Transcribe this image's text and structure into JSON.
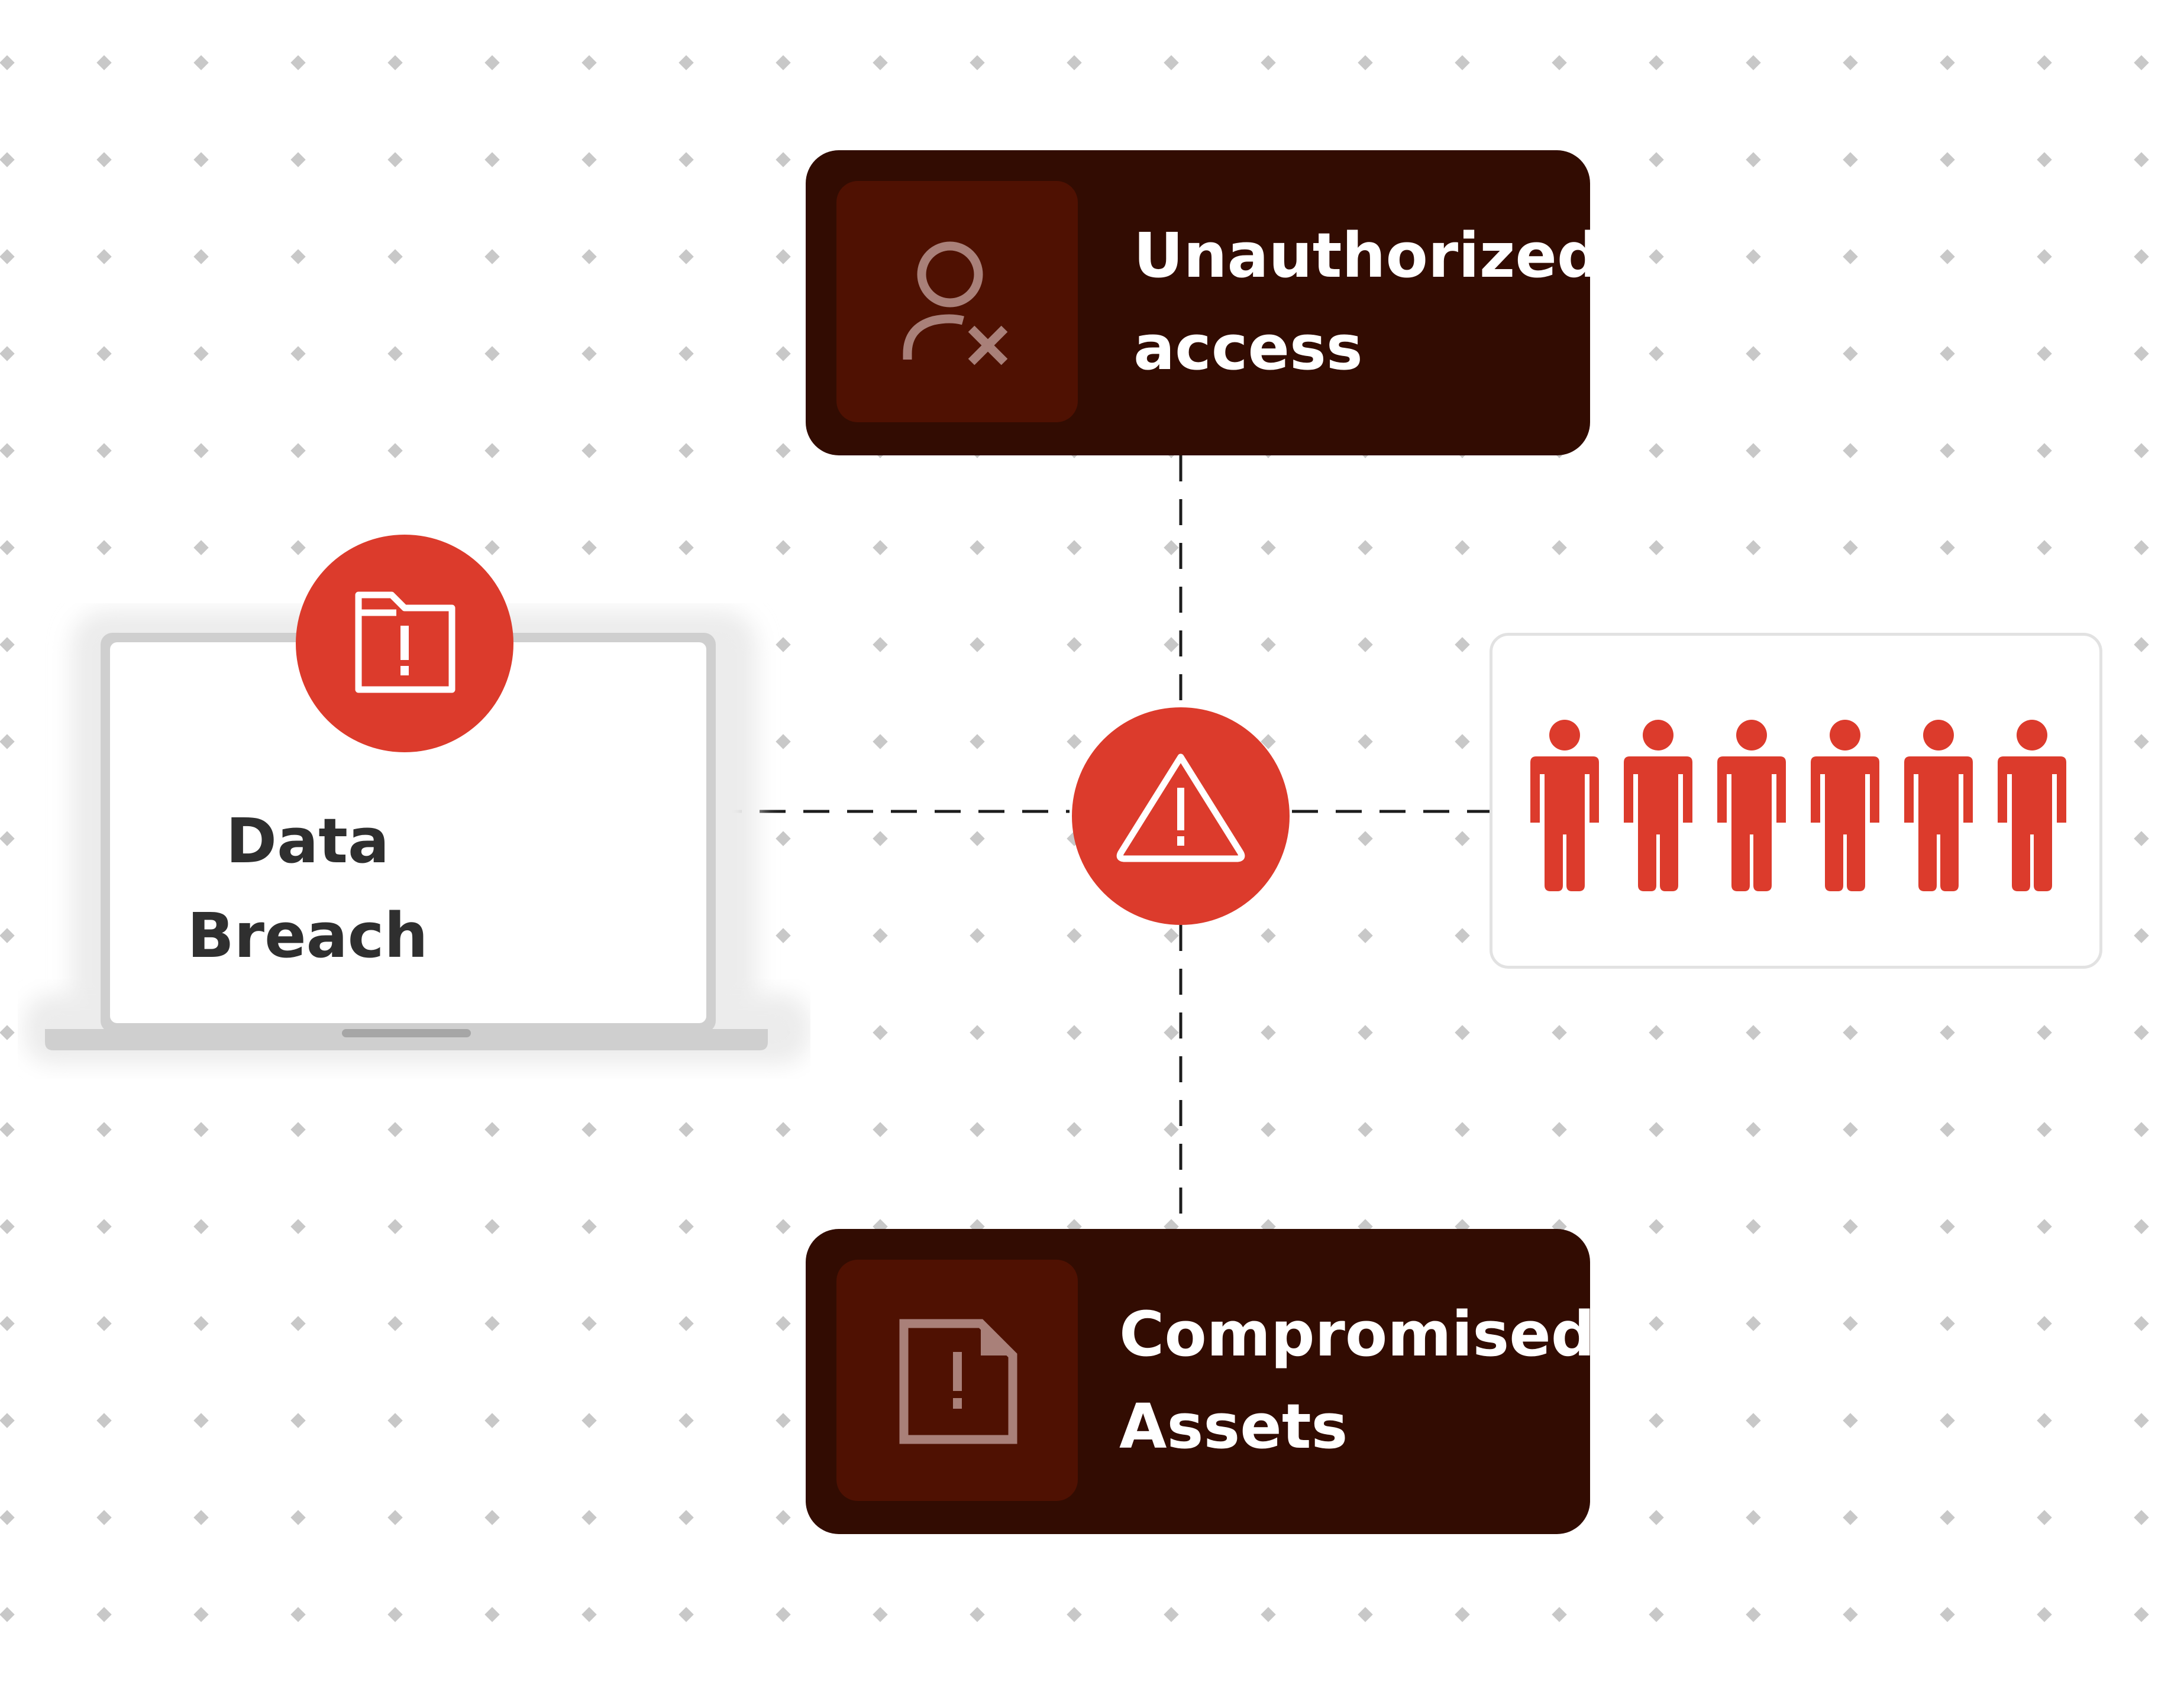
{
  "colors": {
    "background": "#ffffff",
    "dot": "#c8c8c8",
    "dark_card": "#320c02",
    "dark_icon_box": "#4f1102",
    "icon_muted": "#a98079",
    "accent_red": "#dc3b2c",
    "laptop_frame": "#cfcfcf",
    "text_dark": "#2f2f2f"
  },
  "nodes": {
    "unauthorized": {
      "title_line1": "Unauthorized",
      "title_line2": "access",
      "icon": "user-x-icon"
    },
    "compromised": {
      "title_line1": "Compromised",
      "title_line2": "Assets",
      "icon": "file-alert-icon"
    },
    "data_breach": {
      "title_line1": "Data",
      "title_line2": "Breach",
      "icon": "folder-alert-icon"
    },
    "center": {
      "icon": "warning-triangle-icon"
    },
    "affected_people": {
      "icon": "person-icon",
      "count": 6
    }
  }
}
